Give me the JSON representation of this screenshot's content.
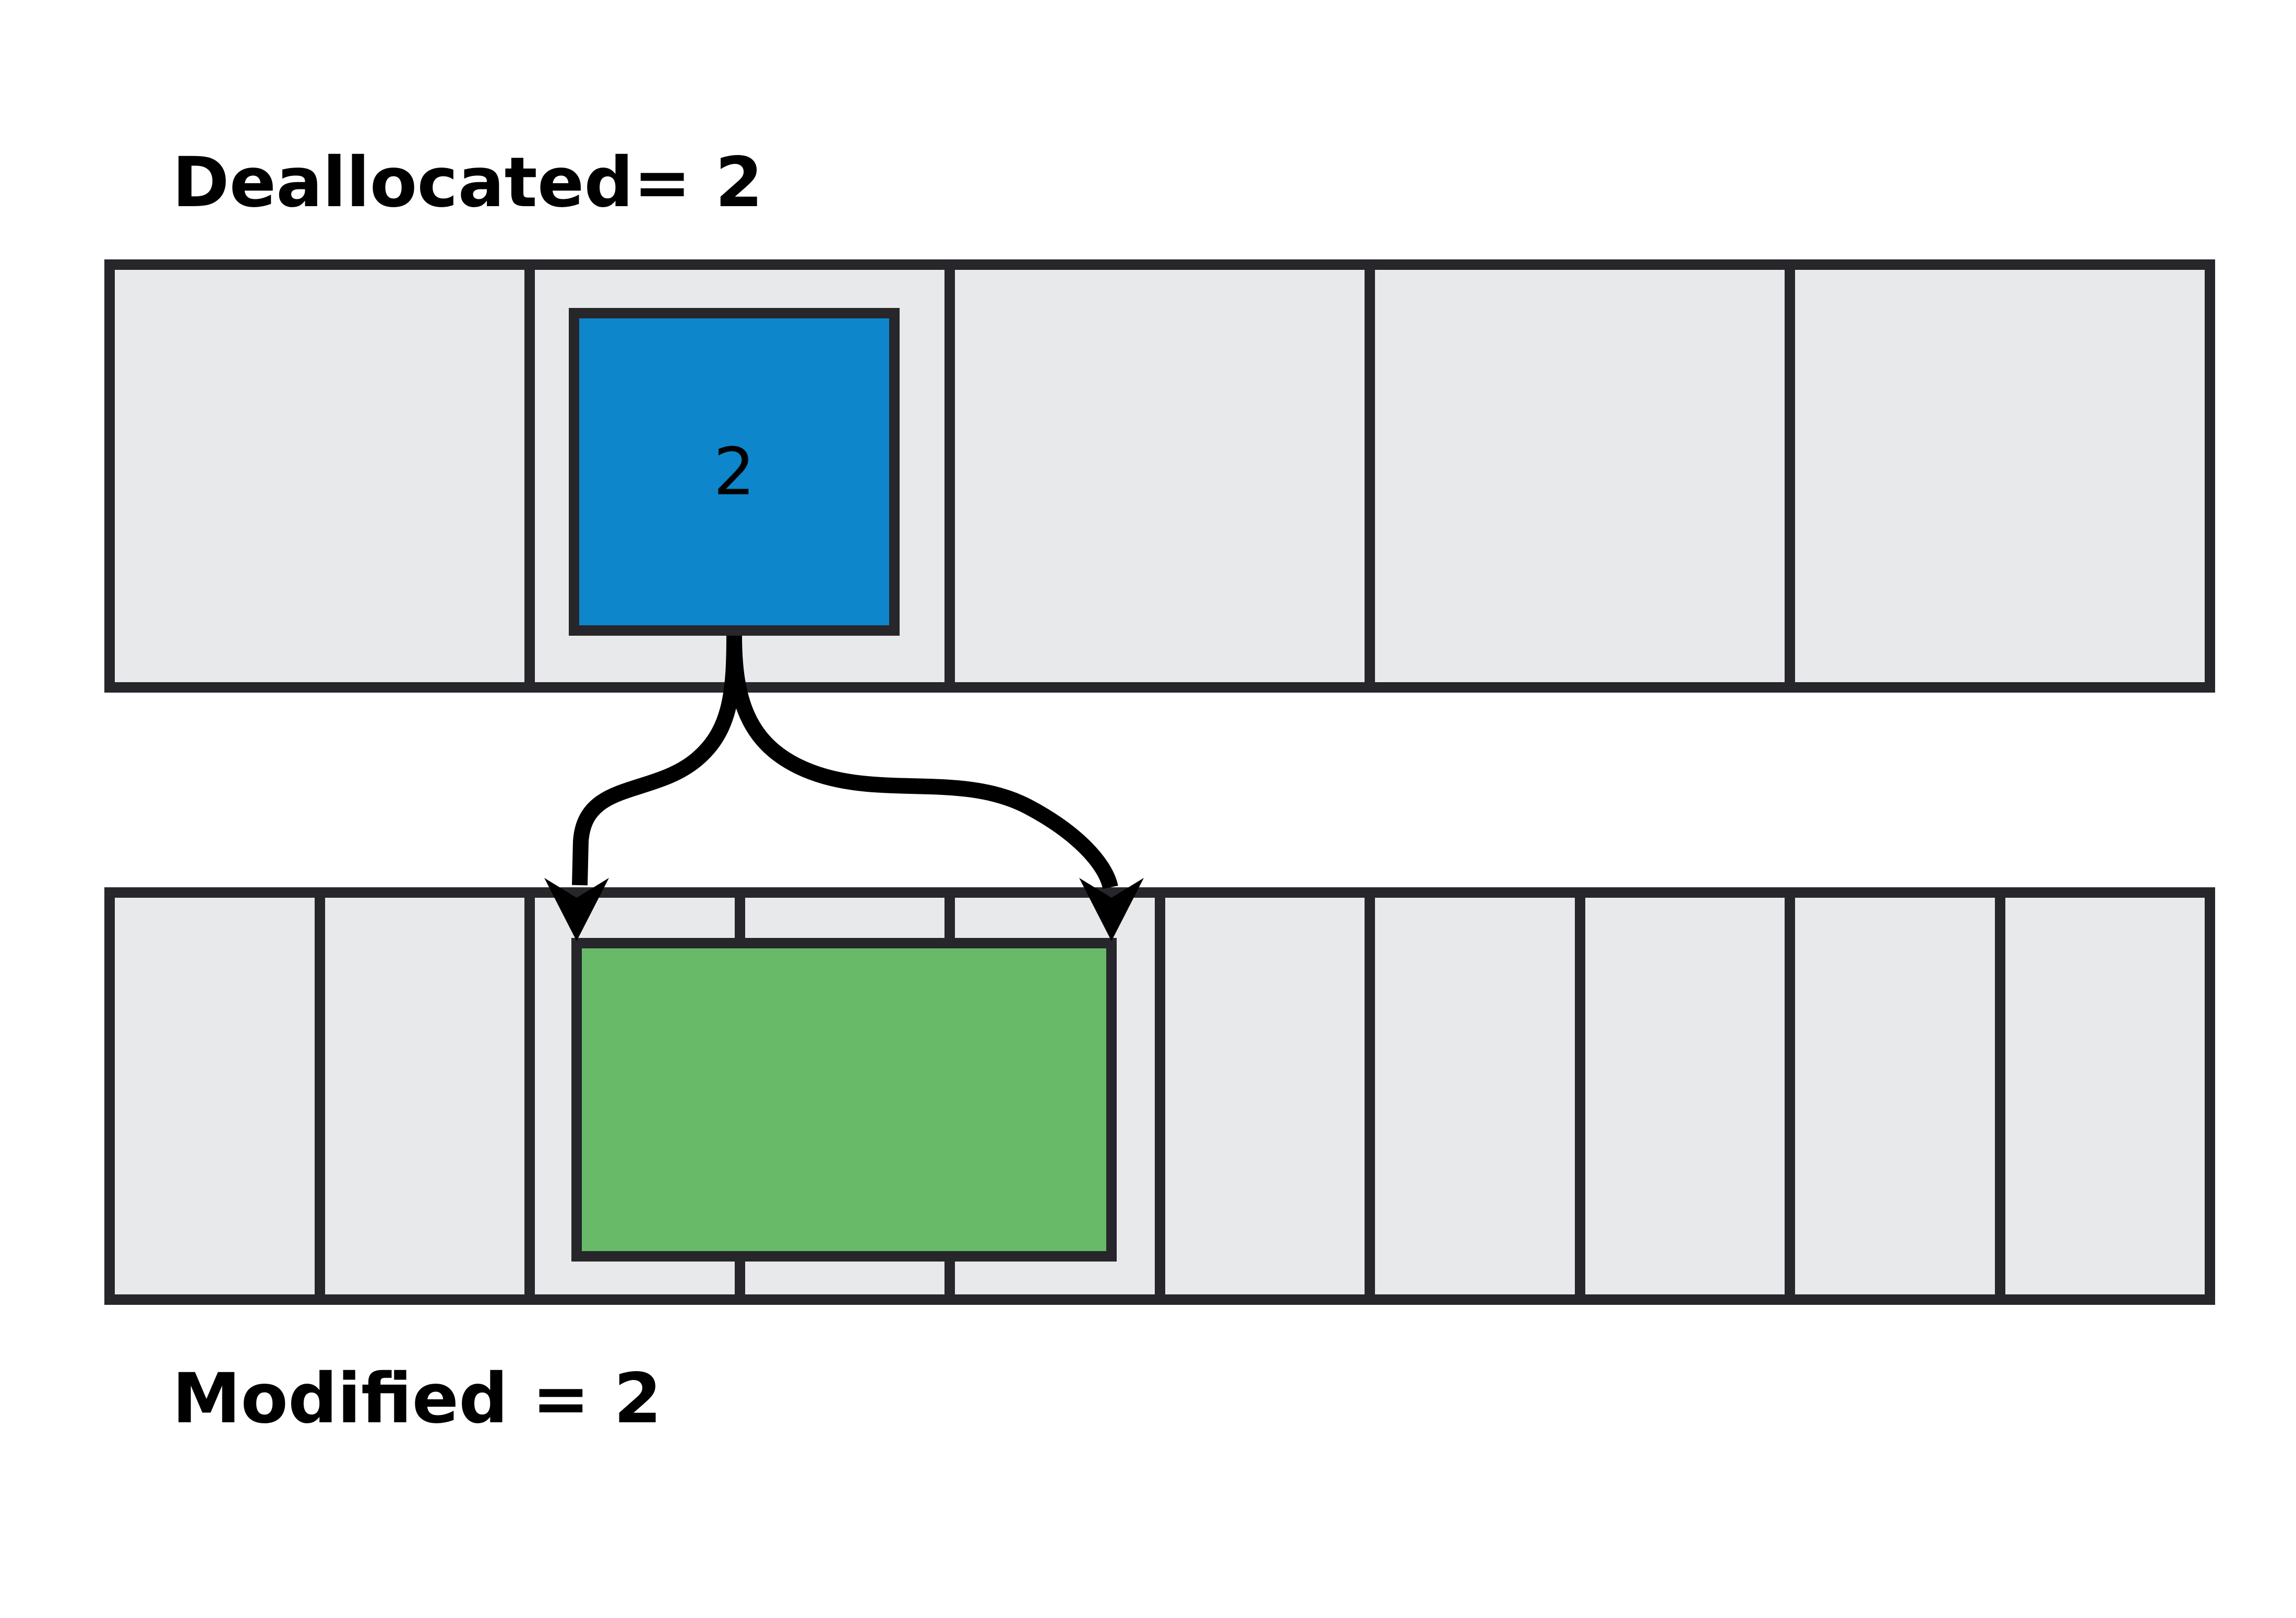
{
  "labels": {
    "deallocated": "Deallocated= 2",
    "modified": "Modified = 2"
  },
  "rows": {
    "deallocated": {
      "cell_count": 5
    },
    "modified": {
      "cell_count": 10
    }
  },
  "blocks": {
    "deallocated": {
      "value": "2",
      "fill": "#0d86cc"
    },
    "modified": {
      "value": "",
      "fill": "#68ba68"
    }
  },
  "colors": {
    "cell_fill": "#e8e9eb",
    "grid_border": "#26262b",
    "arrow": "#000000",
    "text": "#000000",
    "background": "#ffffff"
  }
}
